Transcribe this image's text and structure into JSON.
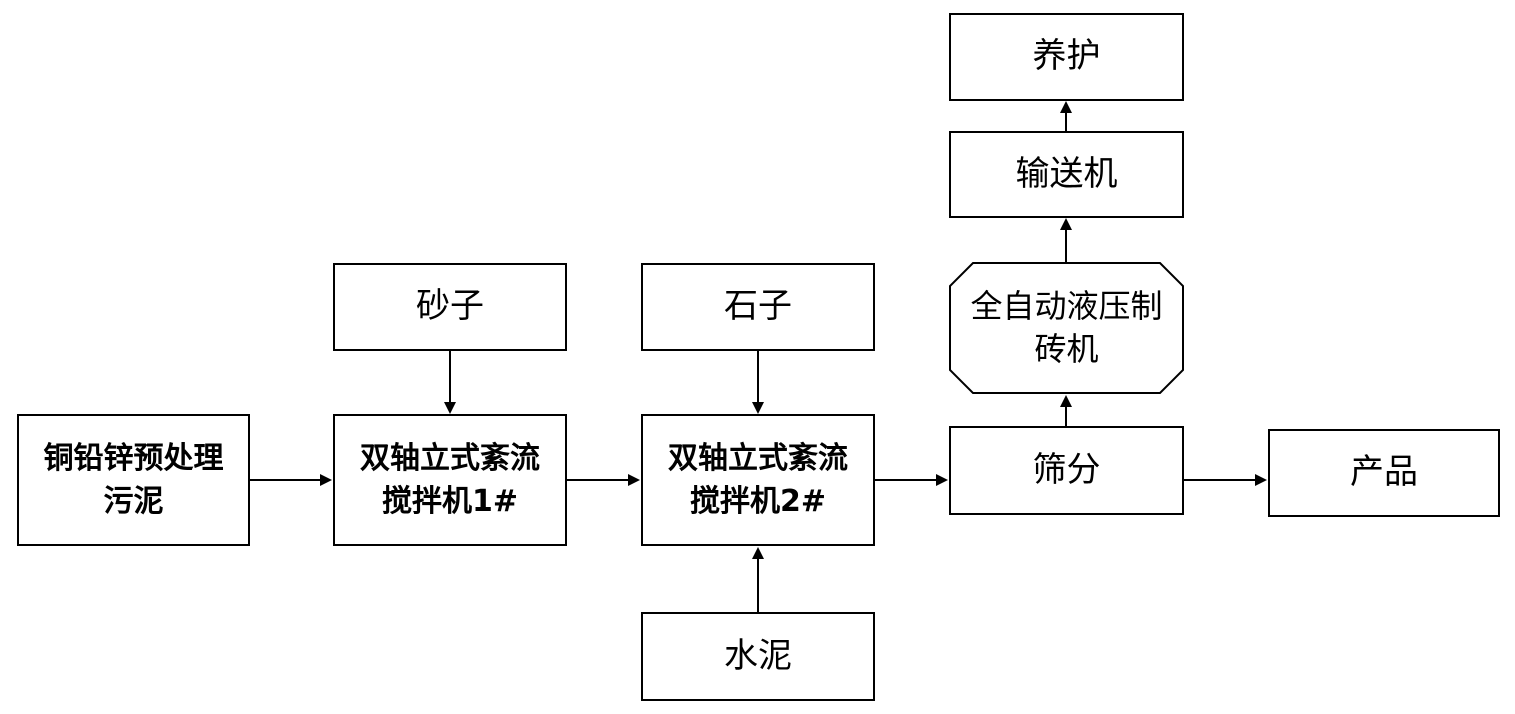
{
  "nodes": {
    "pretreatment_sludge": "铜铅锌预处理\n污泥",
    "sand": "砂子",
    "mixer_1": "双轴立式紊流\n搅拌机1#",
    "stone": "石子",
    "mixer_2": "双轴立式紊流\n搅拌机2#",
    "cement": "水泥",
    "screening": "筛分",
    "product": "产品",
    "brick_machine": "全自动液压制\n砖机",
    "conveyor": "输送机",
    "curing": "养护"
  },
  "edges": [
    {
      "from": "pretreatment_sludge",
      "to": "mixer_1"
    },
    {
      "from": "sand",
      "to": "mixer_1"
    },
    {
      "from": "mixer_1",
      "to": "mixer_2"
    },
    {
      "from": "stone",
      "to": "mixer_2"
    },
    {
      "from": "cement",
      "to": "mixer_2"
    },
    {
      "from": "mixer_2",
      "to": "screening"
    },
    {
      "from": "screening",
      "to": "product"
    },
    {
      "from": "screening",
      "to": "brick_machine"
    },
    {
      "from": "brick_machine",
      "to": "conveyor"
    },
    {
      "from": "conveyor",
      "to": "curing"
    }
  ],
  "colors": {
    "stroke": "#000000",
    "fill": "#ffffff"
  }
}
